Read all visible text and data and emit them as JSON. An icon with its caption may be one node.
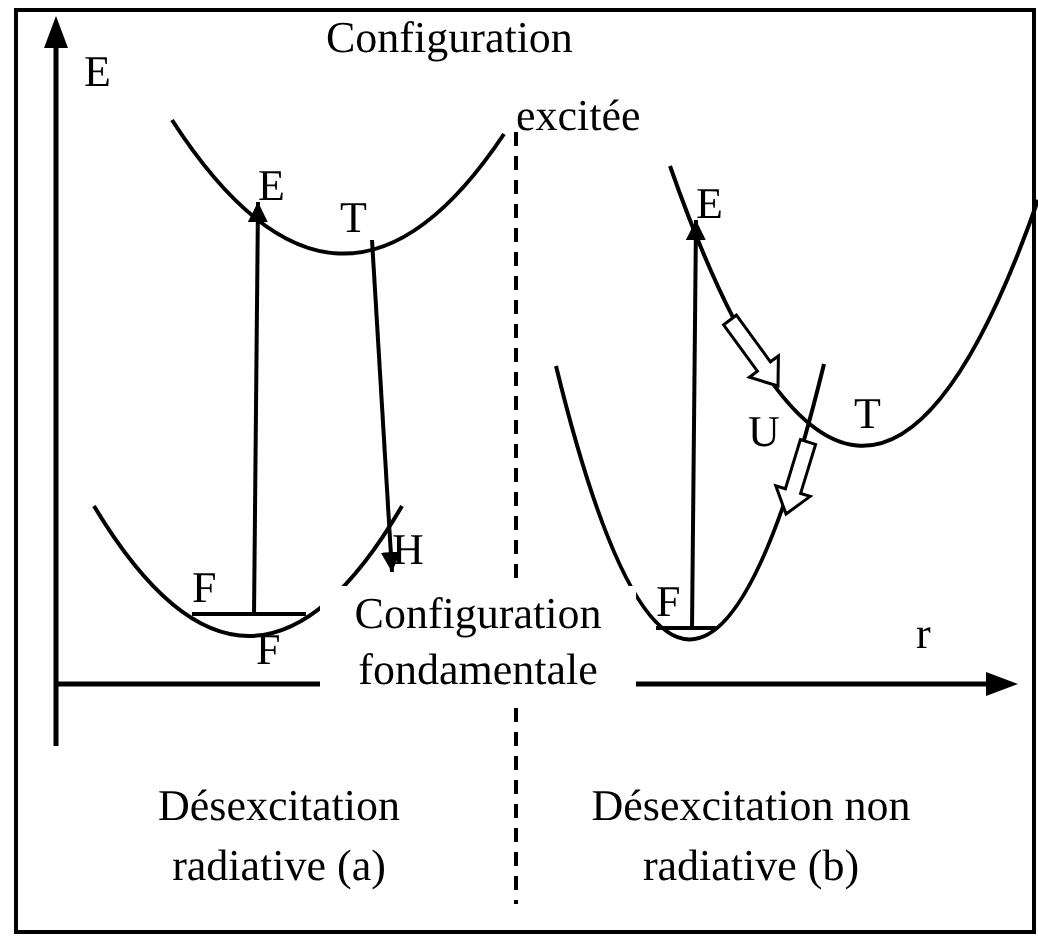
{
  "diagram": {
    "nodes": [
      {
        "text": [
          "E"
        ]
      },
      {
        "text": [
          "T"
        ]
      },
      {
        "text": [
          "H"
        ]
      },
      {
        "text": [
          "F"
        ]
      },
      {
        "text": [
          "E"
        ]
      },
      {
        "text": [
          "F"
        ]
      }
    ],
    "edges": [
      {
        "from": 3,
        "to": 0,
        "arrow": "to"
      },
      {
        "from": 1,
        "to": 2,
        "arrow": "to"
      },
      {
        "from": 5,
        "to": 4,
        "arrow": "to"
      }
    ],
    "labels": [
      "Configuration",
      "E",
      "excitée",
      "T",
      "U",
      "Configuration fondamentale",
      "F",
      "r",
      "Désexcitation radiative (a)",
      "Désexcitation non radiative (b)"
    ]
  }
}
